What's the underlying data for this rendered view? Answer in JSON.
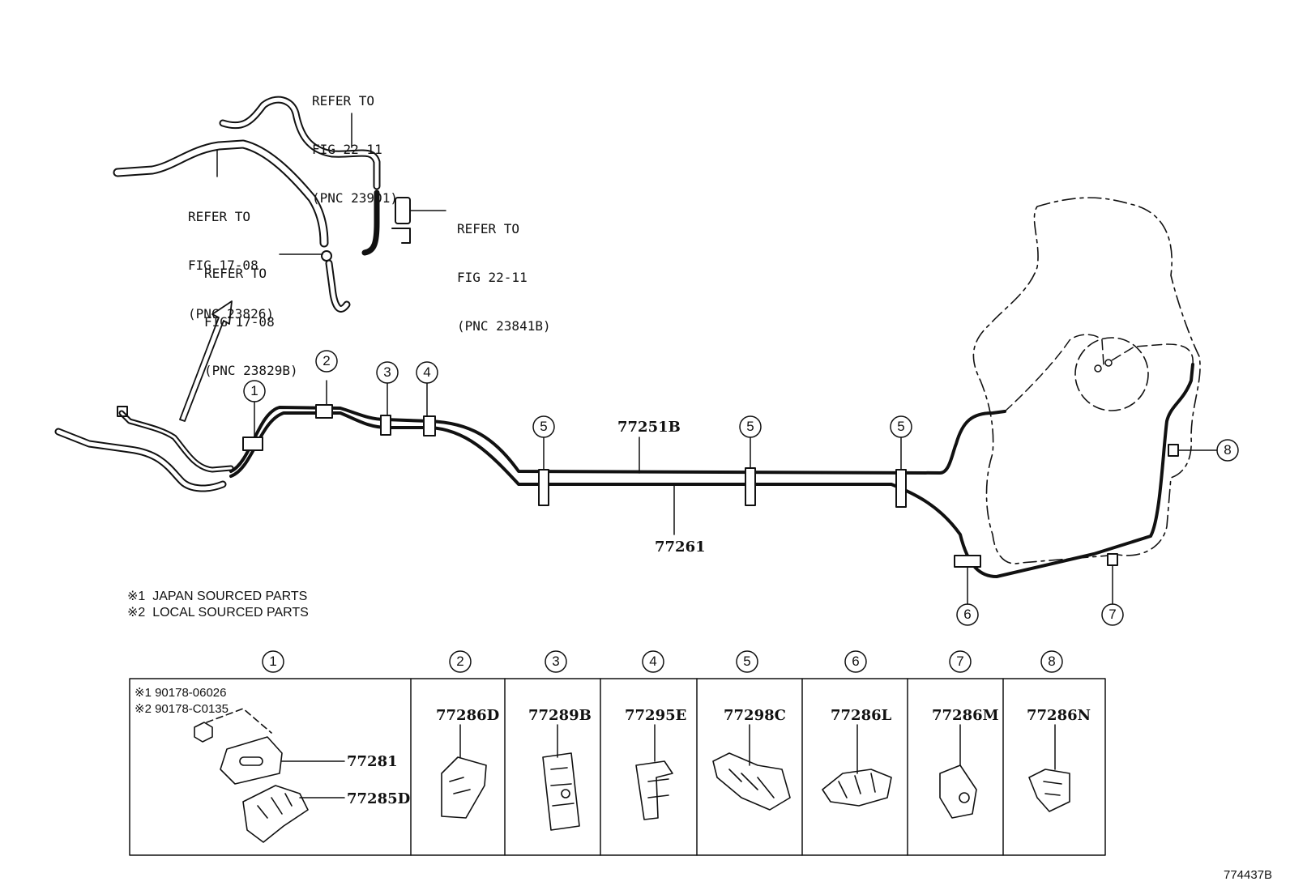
{
  "refs": [
    {
      "lines": [
        "REFER TO",
        "FIG 22-11",
        "(PNC 23901)"
      ]
    },
    {
      "lines": [
        "REFER TO",
        "FIG 17-08",
        "(PNC 23826)"
      ]
    },
    {
      "lines": [
        "REFER TO",
        "FIG 17-08",
        "(PNC 23829B)"
      ]
    },
    {
      "lines": [
        "REFER TO",
        "FIG 22-11",
        "(PNC 23841B)"
      ]
    }
  ],
  "main_parts": {
    "upper_tube": "77251B",
    "lower_tube": "77261"
  },
  "callouts": [
    "1",
    "2",
    "3",
    "4",
    "5",
    "6",
    "7",
    "8"
  ],
  "notes": [
    {
      "mark": "※1",
      "text": "JAPAN SOURCED PARTS"
    },
    {
      "mark": "※2",
      "text": "LOCAL SOURCED PARTS"
    }
  ],
  "table": {
    "headers": [
      "1",
      "2",
      "3",
      "4",
      "5",
      "6",
      "7",
      "8"
    ],
    "cell1": {
      "note1": "※1 90178-06026",
      "note2": "※2 90178-C0135",
      "part_a": "77281",
      "part_b": "77285D"
    },
    "parts": [
      "77286D",
      "77289B",
      "77295E",
      "77298C",
      "77286L",
      "77286M",
      "77286N"
    ]
  },
  "figure_id": "774437B"
}
